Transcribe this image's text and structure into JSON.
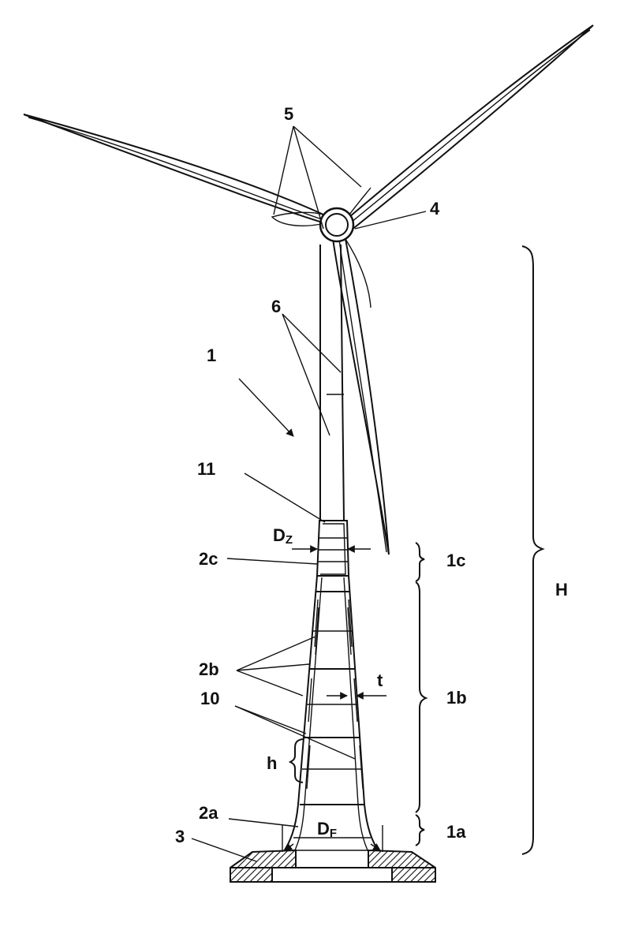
{
  "labels": {
    "tower": "1",
    "section_top": "1c",
    "section_mid": "1b",
    "section_bottom": "1a",
    "segment_top": "2c",
    "segment_mid": "2b",
    "segment_bottom": "2a",
    "foundation": "3",
    "nacelle": "4",
    "blades": "5",
    "upper_tower": "6",
    "stiffeners": "10",
    "transition": "11",
    "height": "H",
    "wall_thickness": "t",
    "segment_height": "h",
    "dim_top_main": "D",
    "dim_top_sub": "Z",
    "dim_foot_main": "D",
    "dim_foot_sub": "F"
  }
}
